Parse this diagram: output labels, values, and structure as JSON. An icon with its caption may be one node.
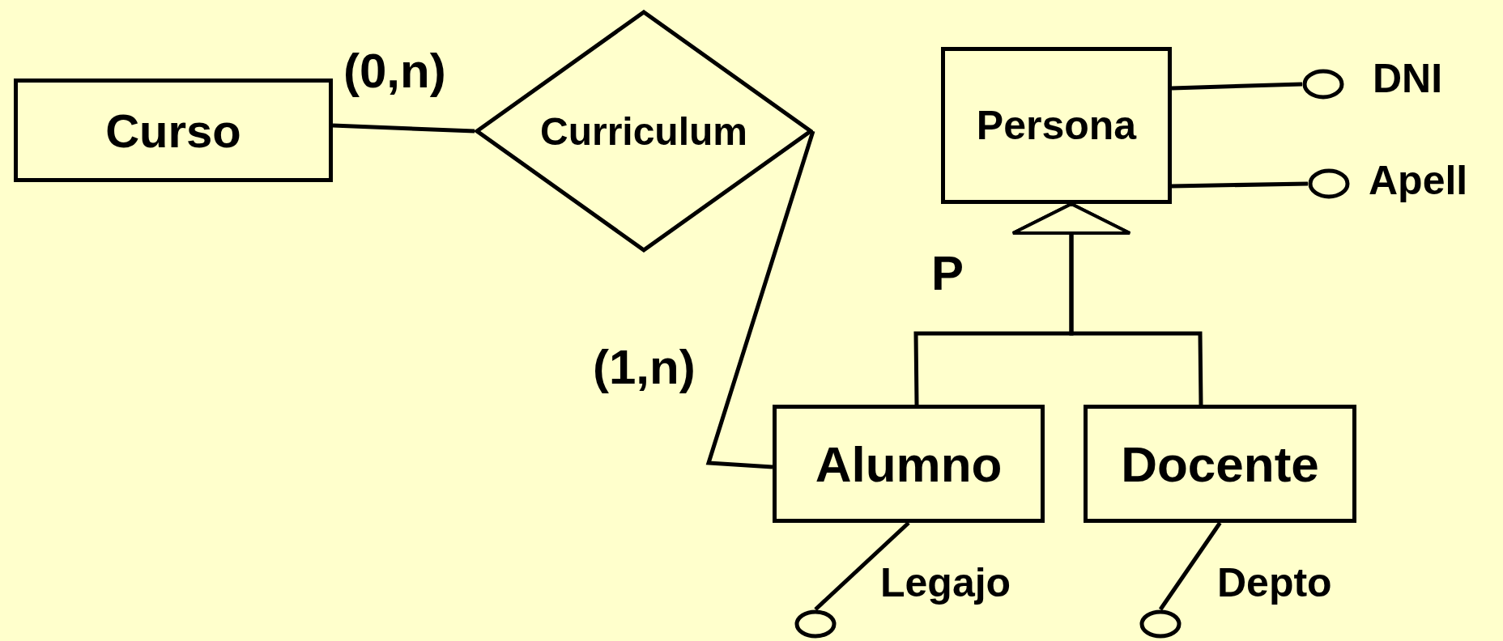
{
  "diagram": {
    "nodes": [
      {
        "text": [
          "Curso"
        ]
      },
      {
        "text": [
          "Curriculum"
        ]
      },
      {
        "text": [
          "Persona"
        ]
      },
      {
        "text": [],
        "shape": "circle",
        "beside": [
          "DNI"
        ]
      },
      {
        "text": [],
        "shape": "circle",
        "beside": [
          "Apell"
        ]
      },
      {
        "text": [
          "Alumno"
        ]
      },
      {
        "text": [
          "Docente"
        ]
      },
      {
        "text": [],
        "shape": "circle",
        "beside": [
          "Legajo"
        ]
      },
      {
        "text": [],
        "shape": "circle",
        "beside": [
          "Depto"
        ]
      }
    ],
    "edges": [
      {
        "from": 0,
        "to": 1,
        "arrow": "none",
        "label": "(0,n)"
      },
      {
        "from": 1,
        "to": 5,
        "arrow": "none",
        "label": "(1,n)"
      },
      {
        "from": 2,
        "to": 3,
        "arrow": "none"
      },
      {
        "from": 2,
        "to": 4,
        "arrow": "none"
      },
      {
        "from": 5,
        "to": 2,
        "arrow": "to"
      },
      {
        "from": 6,
        "to": 2,
        "arrow": "to"
      },
      {
        "from": 5,
        "to": 7,
        "arrow": "none"
      },
      {
        "from": 6,
        "to": 8,
        "arrow": "none"
      }
    ],
    "labels": [
      "P"
    ]
  }
}
